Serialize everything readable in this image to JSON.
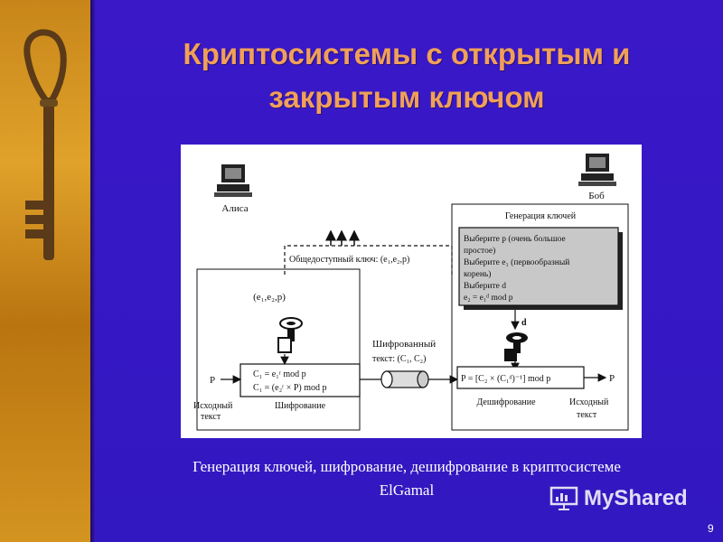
{
  "slide": {
    "title_line1": "Криптосистемы с открытым и",
    "title_line2": "закрытым ключом",
    "caption_line1": "Генерация ключей, шифрование, дешифрование в криптосистеме",
    "caption_line2": "ElGamal",
    "brand": "MyShared",
    "page_number": "9"
  },
  "diagram": {
    "alice_label": "Алиса",
    "bob_label": "Боб",
    "keygen_title": "Генерация ключей",
    "keygen_lines": [
      "Выберите p (очень большое",
      "простое)",
      "Выберите e₁ (первообразный",
      "корень)",
      "Выберите d",
      "e₂ = e₁ᵈ mod p"
    ],
    "public_key_label": "Общедоступный ключ: (e₁,e₂,p)",
    "public_key_tuple": "(e₁,e₂,p)",
    "d_label": "d",
    "enc_line1": "C₁ = e₁ʳ mod p",
    "enc_line2": "C₁ = (e₂ʳ × P) mod p",
    "dec_formula": "P = [C₂ × (C₁ᵈ)⁻¹] mod p",
    "cipher_label_1": "Шифрованный",
    "cipher_label_2": "текст: (C₁, C₂)",
    "p_in": "P",
    "p_out": "P",
    "plaintext_left_1": "Исходный",
    "plaintext_left_2": "текст",
    "plaintext_right_1": "Исходный",
    "plaintext_right_2": "текст",
    "encryption_label": "Шифрование",
    "decryption_label": "Дешифрование"
  }
}
